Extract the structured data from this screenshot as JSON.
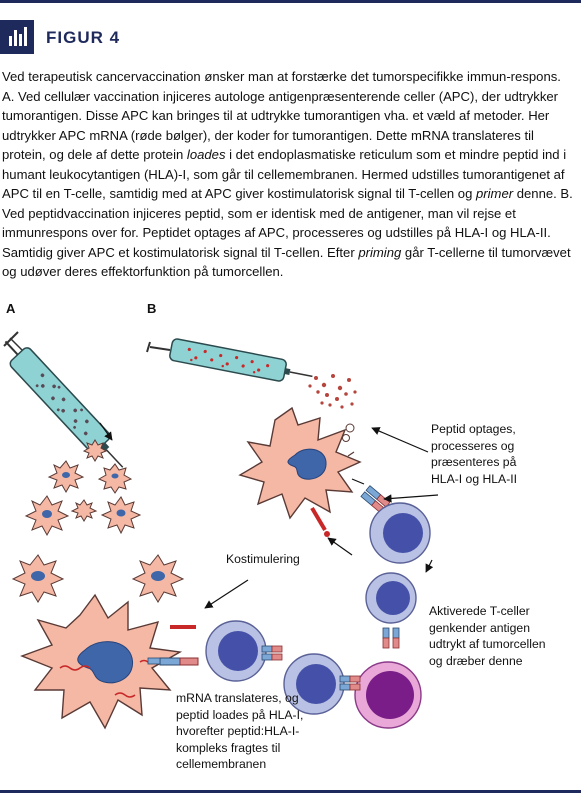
{
  "header": {
    "figure_label": "FIGUR 4",
    "icon": "bar-chart-icon"
  },
  "caption": {
    "s1": "Ved terapeutisk cancervaccination ønsker man at forstærke det tumorspecifikke immun-respons. A. Ved cellulær vaccination injiceres autologe antigenpræsenterende celler (APC), der udtrykker tumorantigen. Disse APC kan bringes til at udtrykke tumorantigen vha. et væld af metoder. Her udtrykker APC mRNA (røde bølger), der koder for tumorantigen. Dette mRNA translateres til protein, og dele af dette protein ",
    "e1": "loades",
    "s2": " i det endoplasmatiske reticulum som et mindre peptid ind i humant leukocytantigen (HLA)-I, som går til cellemembranen. Hermed udstilles tumorantigenet af APC til en T-celle, samtidig med at APC giver kostimulatorisk signal til T-cellen og ",
    "e2": "primer",
    "s3": " denne. B. Ved peptidvaccination injiceres peptid, som er identisk med de antigener, man vil rejse et immunrespons over for. Peptidet optages af APC, processeres og udstilles på HLA-I og HLA-II. Samtidig giver APC et kostimulatorisk signal til T-cellen. Efter ",
    "e3": "priming",
    "s4": " går T-cellerne til tumorvævet og udøver deres effektorfunktion på tumorcellen."
  },
  "diagram": {
    "panel_a": "A",
    "panel_b": "B",
    "peptide_label": [
      "Peptid optages,",
      "processeres og",
      "præsenteres på",
      "HLA-I og HLA-II"
    ],
    "costim_label": "Kostimulering",
    "activated_label": [
      "Aktiverede T-celler",
      "genkender antigen",
      "udtrykt af tumorcellen",
      "og dræber denne"
    ],
    "mrna_label": [
      "mRNA translateres, og",
      "peptid loades på HLA-I,",
      "hvorefter peptid:HLA-I-",
      "kompleks fragtes til",
      "cellemembranen"
    ]
  },
  "colors": {
    "frame": "#1f2a5c",
    "apc_fill": "#f4b8a4",
    "apc_stroke": "#5a3a36",
    "nucleus": "#3f66a9",
    "tcell_outer": "#b9c2e4",
    "tcell_inner": "#4551a8",
    "tumor_outer": "#e9a8d8",
    "tumor_inner": "#7a1d88",
    "syringe_fluid": "#8ed2d3",
    "mrna": "#c82828"
  }
}
